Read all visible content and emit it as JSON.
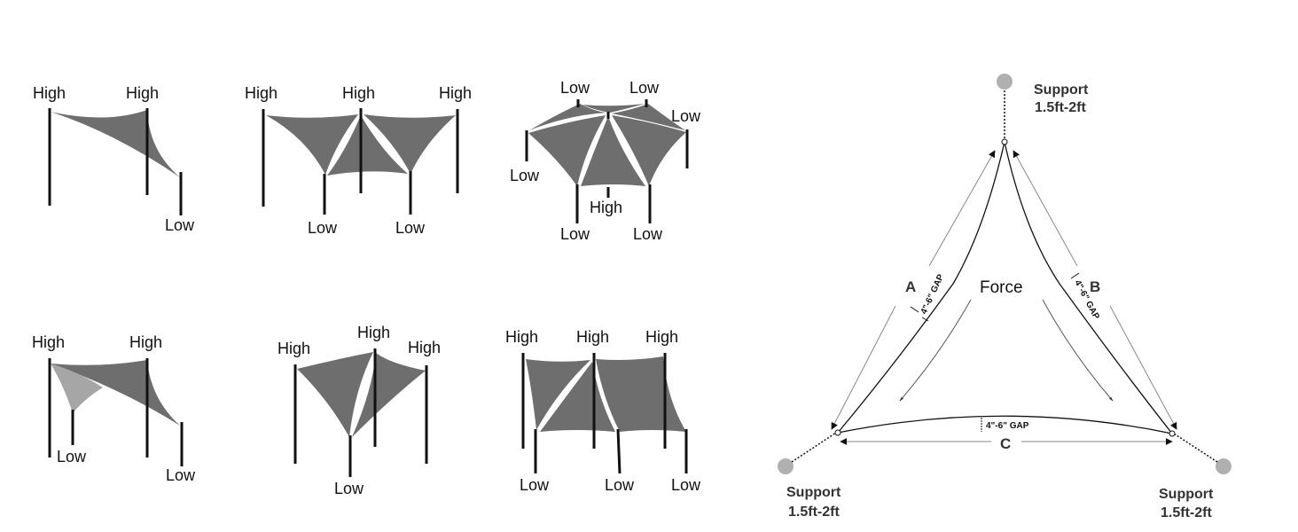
{
  "colors": {
    "sail": "#6e6e6e",
    "sail_light": "#a6a6a6",
    "pole": "#111111",
    "support": "#b0b0b0"
  },
  "configs": {
    "c1": {
      "labels": [
        "High",
        "High",
        "Low"
      ]
    },
    "c2": {
      "labels": [
        "High",
        "High",
        "High",
        "Low",
        "Low"
      ]
    },
    "c3": {
      "labels": [
        "Low",
        "Low",
        "Low",
        "Low",
        "High",
        "Low",
        "Low"
      ]
    },
    "c4": {
      "labels": [
        "High",
        "High",
        "Low",
        "Low"
      ]
    },
    "c5": {
      "labels": [
        "High",
        "High",
        "High",
        "Low"
      ]
    },
    "c6": {
      "labels": [
        "High",
        "High",
        "High",
        "Low",
        "Low",
        "Low"
      ]
    }
  },
  "force_diagram": {
    "force_label": "Force",
    "side_a": "A",
    "side_b": "B",
    "side_c": "C",
    "gap_label": "4\"-6\" GAP",
    "support_label": "Support",
    "support_distance": "1.5ft-2ft"
  }
}
